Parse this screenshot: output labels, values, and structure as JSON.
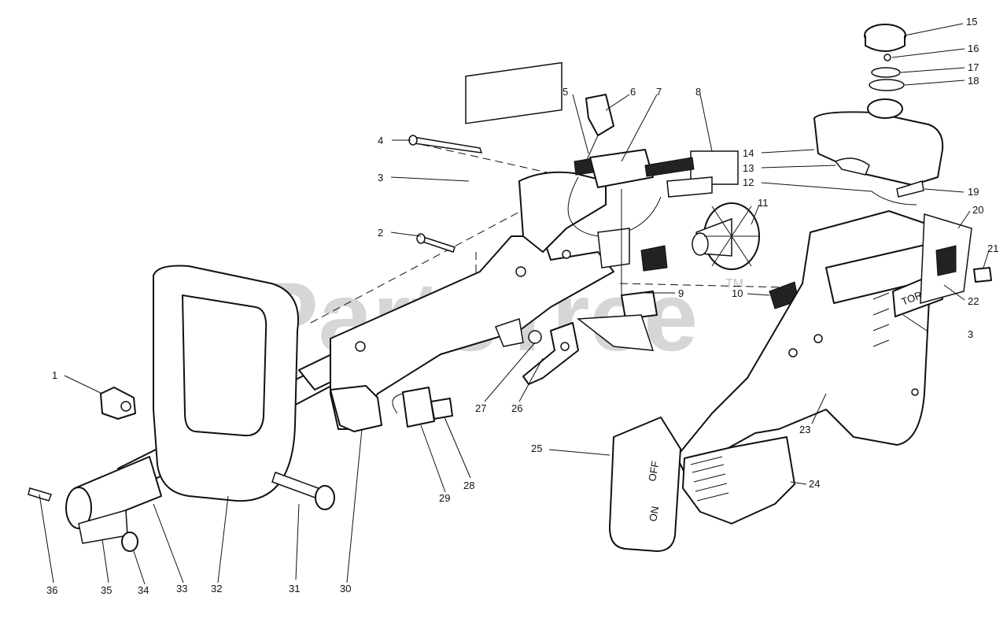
{
  "watermark": {
    "text": "PartsTree",
    "tm": "TM"
  },
  "callouts": [
    {
      "id": "c1",
      "text": "1"
    },
    {
      "id": "c2",
      "text": "2"
    },
    {
      "id": "c3a",
      "text": "3"
    },
    {
      "id": "c3b",
      "text": "3"
    },
    {
      "id": "c4",
      "text": "4"
    },
    {
      "id": "c5",
      "text": "5"
    },
    {
      "id": "c6",
      "text": "6"
    },
    {
      "id": "c7",
      "text": "7"
    },
    {
      "id": "c8",
      "text": "8"
    },
    {
      "id": "c9",
      "text": "9"
    },
    {
      "id": "c10",
      "text": "10"
    },
    {
      "id": "c11",
      "text": "11"
    },
    {
      "id": "c12",
      "text": "12"
    },
    {
      "id": "c13",
      "text": "13"
    },
    {
      "id": "c14",
      "text": "14"
    },
    {
      "id": "c15",
      "text": "15"
    },
    {
      "id": "c16",
      "text": "16"
    },
    {
      "id": "c17",
      "text": "17"
    },
    {
      "id": "c18",
      "text": "18"
    },
    {
      "id": "c19",
      "text": "19"
    },
    {
      "id": "c20",
      "text": "20"
    },
    {
      "id": "c21",
      "text": "21"
    },
    {
      "id": "c22",
      "text": "22"
    },
    {
      "id": "c23",
      "text": "23"
    },
    {
      "id": "c24",
      "text": "24"
    },
    {
      "id": "c25",
      "text": "25"
    },
    {
      "id": "c26",
      "text": "26"
    },
    {
      "id": "c27",
      "text": "27"
    },
    {
      "id": "c28",
      "text": "28"
    },
    {
      "id": "c29",
      "text": "29"
    },
    {
      "id": "c30",
      "text": "30"
    },
    {
      "id": "c31",
      "text": "31"
    },
    {
      "id": "c32",
      "text": "32"
    },
    {
      "id": "c33",
      "text": "33"
    },
    {
      "id": "c34",
      "text": "34"
    },
    {
      "id": "c35",
      "text": "35"
    },
    {
      "id": "c36",
      "text": "36"
    }
  ],
  "housing_text": {
    "brand": "TORO",
    "switch_off": "OFF",
    "switch_on": "ON"
  }
}
